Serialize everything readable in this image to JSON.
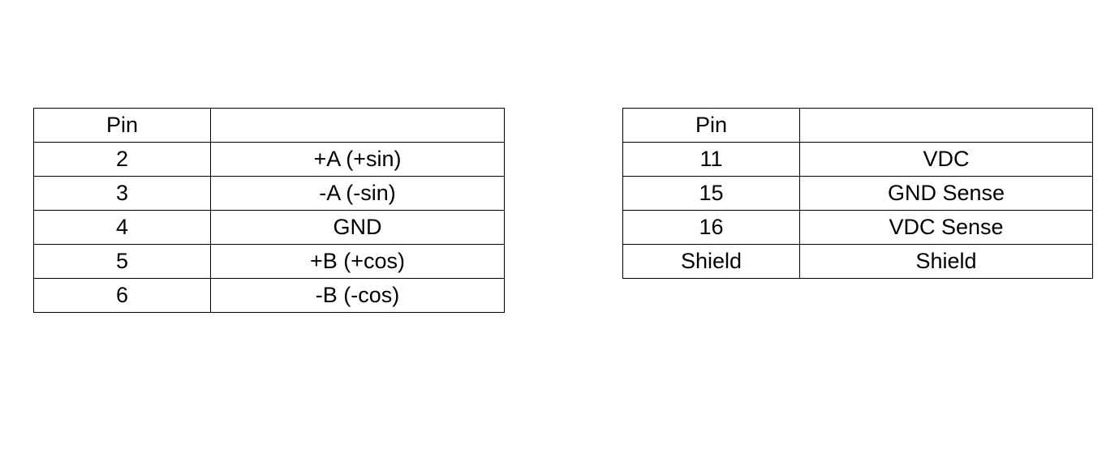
{
  "tables": [
    {
      "header": [
        "Pin",
        ""
      ],
      "rows": [
        [
          "2",
          "+A (+sin)"
        ],
        [
          "3",
          "-A (-sin)"
        ],
        [
          "4",
          "GND"
        ],
        [
          "5",
          "+B (+cos)"
        ],
        [
          "6",
          "-B (-cos)"
        ]
      ]
    },
    {
      "header": [
        "Pin",
        ""
      ],
      "rows": [
        [
          "11",
          "VDC"
        ],
        [
          "15",
          "GND Sense"
        ],
        [
          "16",
          "VDC Sense"
        ],
        [
          "Shield",
          "Shield"
        ]
      ]
    }
  ]
}
